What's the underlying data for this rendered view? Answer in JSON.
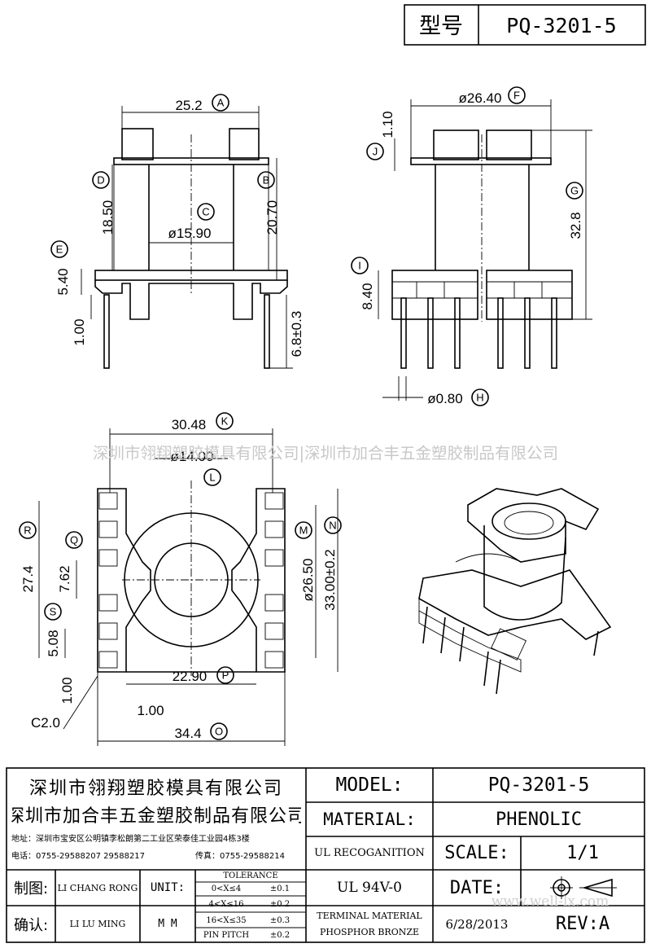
{
  "header": {
    "model_label": "型号",
    "model_value": "PQ-3201-5"
  },
  "dimensions": {
    "A": "25.2",
    "B": "20.70",
    "C": "ø15.90",
    "D": "18.50",
    "E": "5.40",
    "pin_len": "1.00",
    "pin_height": "6.8±0.3",
    "F": "ø26.40",
    "J": "1.10",
    "G": "32.8",
    "I": "8.40",
    "H": "ø0.80",
    "K": "30.48",
    "L": "ø14.00",
    "M": "ø26.50",
    "N": "33.00±0.2",
    "R": "27.4",
    "Q": "7.62",
    "S": "5.08",
    "bottom_1": "1.00",
    "side_1": "1.00",
    "P": "22.90",
    "O": "34.4",
    "chamfer": "C2.0"
  },
  "callouts": [
    "A",
    "B",
    "C",
    "D",
    "E",
    "F",
    "G",
    "H",
    "I",
    "J",
    "K",
    "L",
    "M",
    "N",
    "O",
    "P",
    "Q",
    "R",
    "S"
  ],
  "watermark": "深圳市翎翔塑胶模具有限公司|深圳市加合丰五金塑胶制品有限公司",
  "title_block": {
    "company_1": "深圳市翎翔塑胶模具有限公司",
    "company_2": "深圳市加合丰五金塑胶制品有限公司",
    "address": "地址：深圳市宝安区公明镇李松朗第二工业区荣泰佳工业园4栋3楼",
    "phone": "电话：0755-29588207  29588217",
    "fax": "传真：0755-29588214",
    "model_label": "MODEL:",
    "model_value": "PQ-3201-5",
    "material_label": "MATERIAL:",
    "material_value": "PHENOLIC",
    "ul_label": "UL RECOGANITION",
    "ul_value": "UL 94V-0",
    "scale_label": "SCALE:",
    "scale_value": "1/1",
    "date_label": "DATE:",
    "date_value": "6/28/2013",
    "rev_label": "REV:A",
    "terminal_1": "TERMINAL MATERIAL",
    "terminal_2": "PHOSPHOR  BRONZE",
    "drawn_label": "制图:",
    "drawn_value": "LI CHANG RONG",
    "check_label": "确认:",
    "check_value": "LI LU MING",
    "unit_label": "UNIT:",
    "unit_value": "M M",
    "tolerance_title": "TOLERANCE",
    "tolerances": [
      {
        "range": "0<X≤4",
        "tol": "±0.1"
      },
      {
        "range": "4<X≤16",
        "tol": "±0.2"
      },
      {
        "range": "16<X≤35",
        "tol": "±0.3"
      },
      {
        "range": "PIN PITCH",
        "tol": "±0.2"
      }
    ],
    "site_watermark": "www.well-lx.com"
  }
}
